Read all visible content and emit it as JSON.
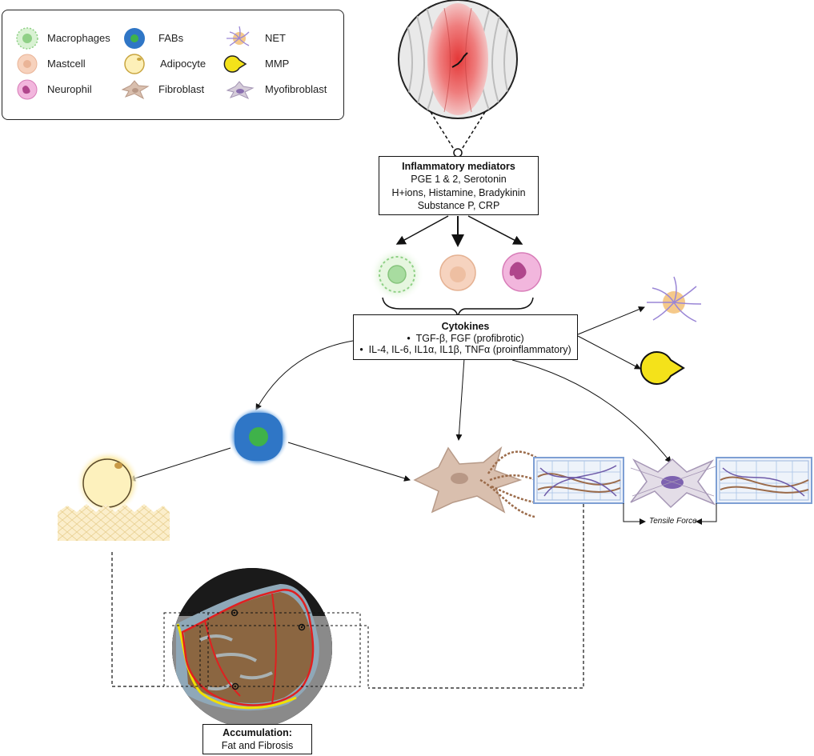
{
  "legend": {
    "items": [
      {
        "label": "Macrophages",
        "icon": "macrophage-icon"
      },
      {
        "label": "Mastcell",
        "icon": "mastcell-icon"
      },
      {
        "label": "Neurophil",
        "icon": "neutrophil-icon"
      },
      {
        "label": "FABs",
        "icon": "fap-cell-icon"
      },
      {
        "label": "Adipocyte",
        "icon": "adipocyte-icon"
      },
      {
        "label": "Fibroblast",
        "icon": "fibroblast-icon"
      },
      {
        "label": "NET",
        "icon": "net-icon"
      },
      {
        "label": "MMP",
        "icon": "mmp-icon"
      },
      {
        "label": "Myofibroblast",
        "icon": "myofibroblast-icon"
      }
    ]
  },
  "mediators": {
    "title": "Inflammatory mediators",
    "lines": [
      "PGE 1 & 2, Serotonin",
      "H+ions, Histamine, Bradykinin",
      "Substance P, CRP"
    ]
  },
  "cytokines": {
    "title": "Cytokines",
    "items": [
      "TGF-β, FGF (profibrotic)",
      "IL-4, IL-6, IL1α, IL1β, TNFα (proinflammatory)"
    ]
  },
  "tensile_label": "Tensile Force",
  "accumulation": {
    "title": "Accumulation:",
    "subtitle": "Fat and Fibrosis"
  },
  "colors": {
    "macrophage": "#a8dca0",
    "mastcell": "#f3c2a6",
    "neutrophil": "#e59ac8",
    "fap": "#2f76c6",
    "adipocyte": "#f7e4a0",
    "fibroblast": "#c8a896",
    "mmp": "#f4e21a",
    "fibrosis": "#8b5a2b",
    "fat_outline": "#f2e000",
    "red_outline": "#e02020"
  }
}
